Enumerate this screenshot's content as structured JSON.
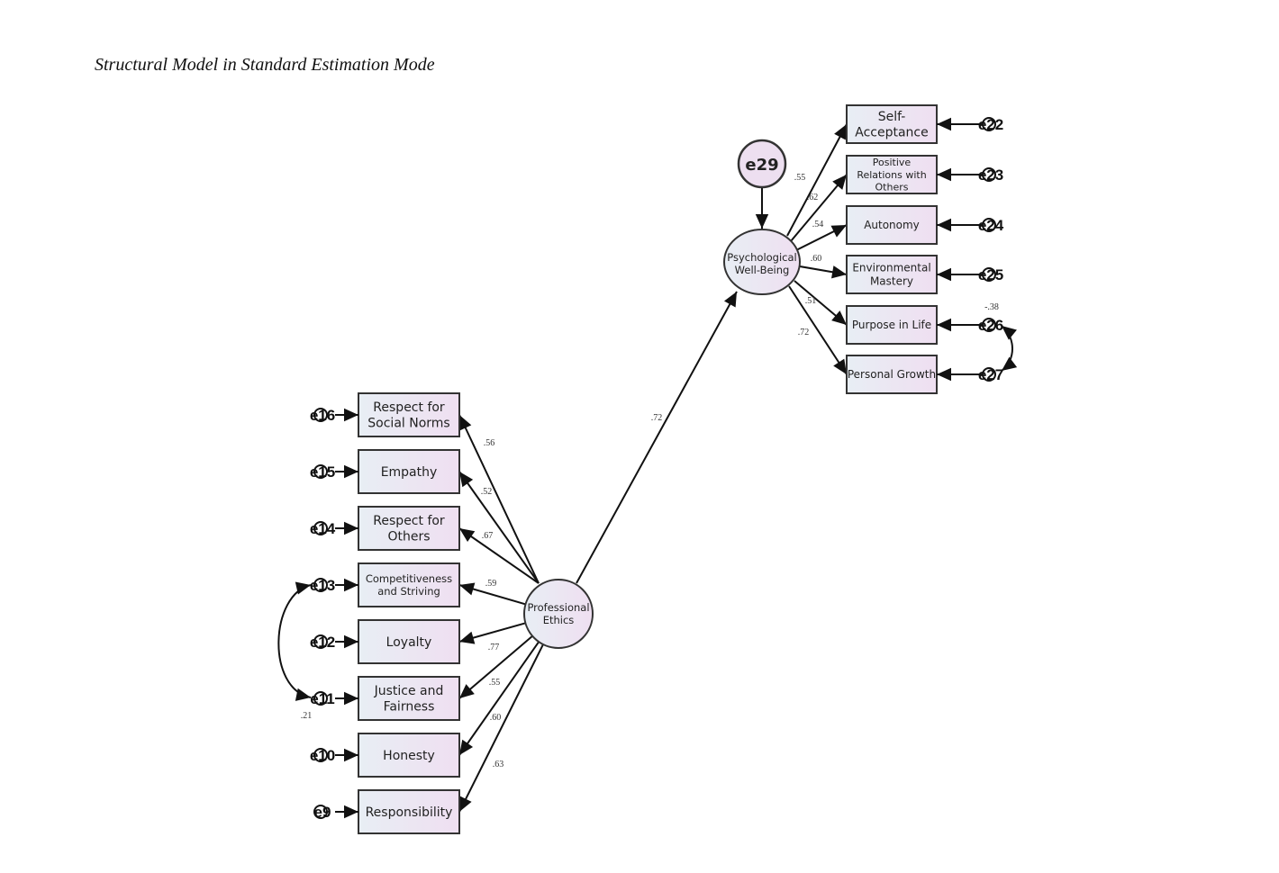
{
  "title": "Structural Model in Standard Estimation Mode",
  "latent": {
    "professional_ethics": [
      "Professional",
      "Ethics"
    ],
    "psychological_wellbeing": [
      "Psychological",
      "Well-Being"
    ],
    "disturbance": "e29"
  },
  "structural_path": {
    "from": "Professional Ethics",
    "to": "Psychological Well-Being",
    "coef": ".72"
  },
  "pwb_indicators": [
    {
      "lines": [
        "Self-",
        "Acceptance"
      ],
      "coef": ".55",
      "error": "e22"
    },
    {
      "lines": [
        "Positive",
        "Relations with",
        "Others"
      ],
      "coef": ".62",
      "error": "e23"
    },
    {
      "lines": [
        "Autonomy"
      ],
      "coef": ".54",
      "error": "e24"
    },
    {
      "lines": [
        "Environmental",
        "Mastery"
      ],
      "coef": ".60",
      "error": "e25"
    },
    {
      "lines": [
        "Purpose in Life"
      ],
      "coef": ".51",
      "error": "e26"
    },
    {
      "lines": [
        "Personal Growth"
      ],
      "coef": ".72",
      "error": "e27"
    }
  ],
  "pe_indicators": [
    {
      "lines": [
        "Respect for",
        "Social Norms"
      ],
      "coef": ".56",
      "error": "e16"
    },
    {
      "lines": [
        "Empathy"
      ],
      "coef": ".52",
      "error": "e15"
    },
    {
      "lines": [
        "Respect for",
        "Others"
      ],
      "coef": ".67",
      "error": "e14"
    },
    {
      "lines": [
        "Competitiveness",
        "and Striving"
      ],
      "coef": ".59",
      "error": "e13"
    },
    {
      "lines": [
        "Loyalty"
      ],
      "coef": ".77",
      "error": "e12"
    },
    {
      "lines": [
        "Justice and",
        "Fairness"
      ],
      "coef": ".55",
      "error": "e11"
    },
    {
      "lines": [
        "Honesty"
      ],
      "coef": ".60",
      "error": "e10"
    },
    {
      "lines": [
        "Responsibility"
      ],
      "coef": ".63",
      "error": "e9"
    }
  ],
  "covariances": [
    {
      "between": [
        "e13",
        "e11"
      ],
      "coef": ".21"
    },
    {
      "between": [
        "e26",
        "e27"
      ],
      "coef": "-.38"
    }
  ]
}
